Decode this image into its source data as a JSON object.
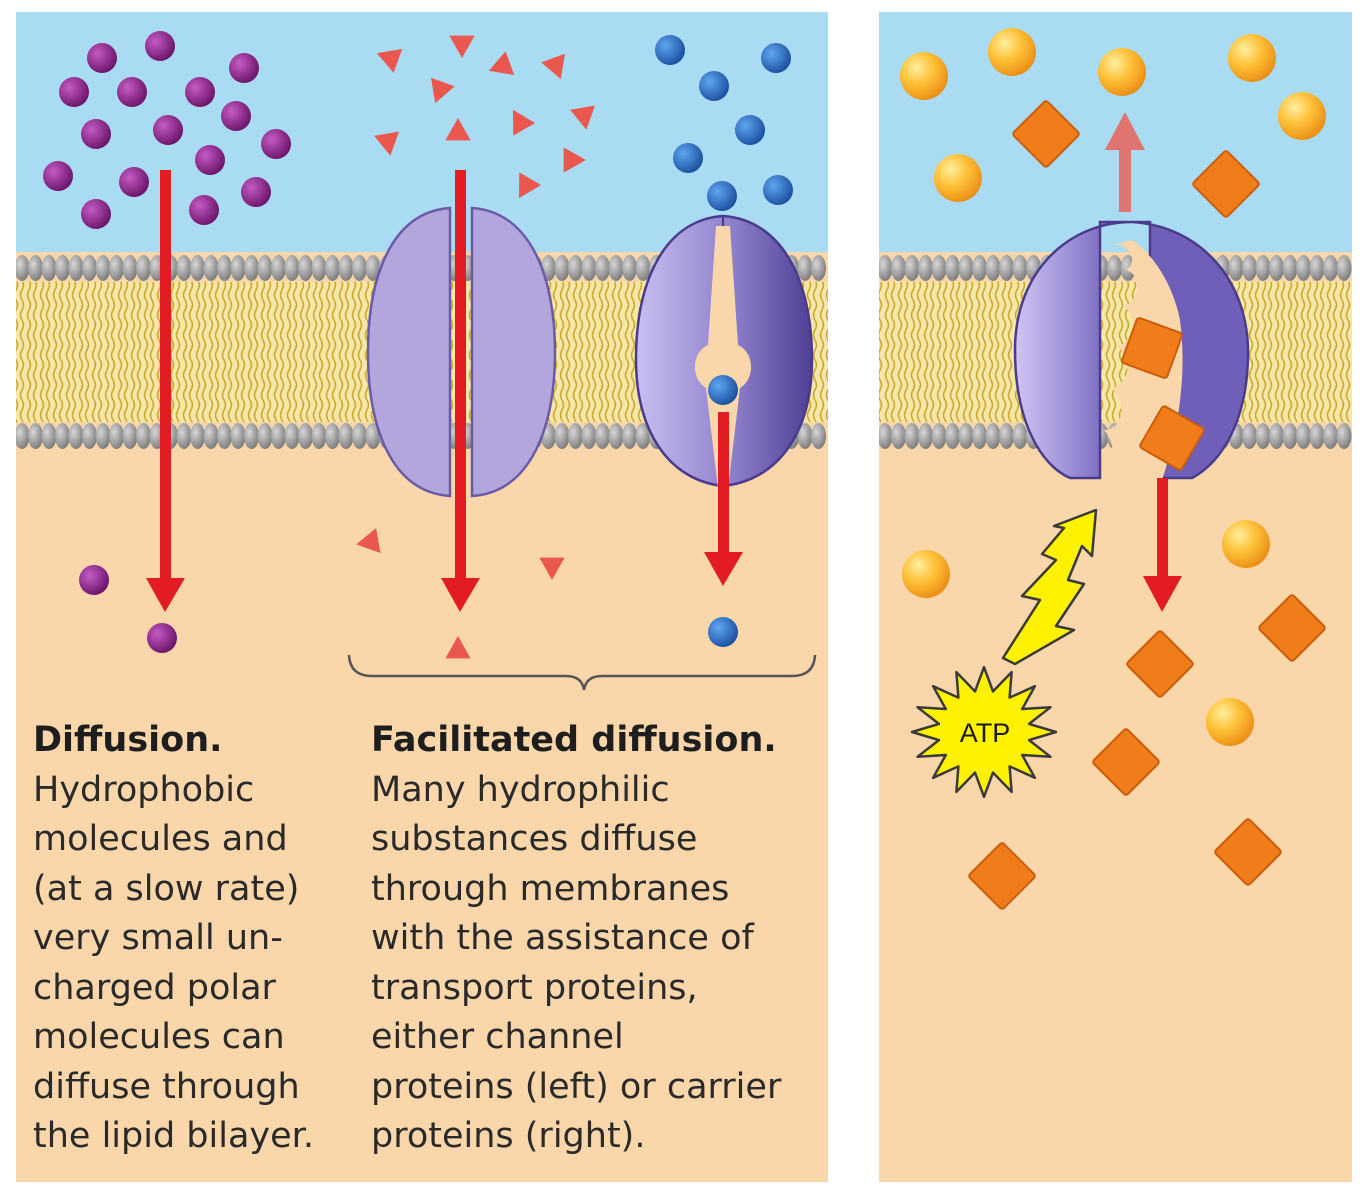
{
  "captions": {
    "diffusion": {
      "title": "Diffusion.",
      "lines": [
        "Hydrophobic",
        "molecules and",
        "(at a slow rate)",
        "very small un-",
        "charged polar",
        "molecules can",
        "diffuse through",
        "the lipid bilayer."
      ]
    },
    "facilitated": {
      "title": "Facilitated diffusion.",
      "lines": [
        "Many hydrophilic",
        "substances diffuse",
        "through membranes",
        "with the assistance of",
        "transport proteins,",
        "either channel",
        "proteins (left) or carrier",
        "proteins (right)."
      ]
    }
  },
  "atp_label": "ATP",
  "colors": {
    "extracellular": "#a9dcf2",
    "cytoplasm": "#f9d7ab",
    "phospholipid_head": "#9a9a9a",
    "lipid_tails": "#e4c24a",
    "arrow": "#e31b23",
    "purple_molecule": "#8a2a8a",
    "red_triangle": "#e9574f",
    "blue_molecule": "#2a6fc4",
    "orange_sphere": "#f5a21e",
    "orange_square": "#f07d1a",
    "channel_protein": "#b3a6dc",
    "carrier_protein": "#7b6bb8",
    "atp_burst": "#fff200"
  },
  "icons": [
    "purple-molecule",
    "red-triangle",
    "blue-molecule",
    "orange-sphere",
    "orange-square",
    "lightning-bolt",
    "atp-burst"
  ]
}
